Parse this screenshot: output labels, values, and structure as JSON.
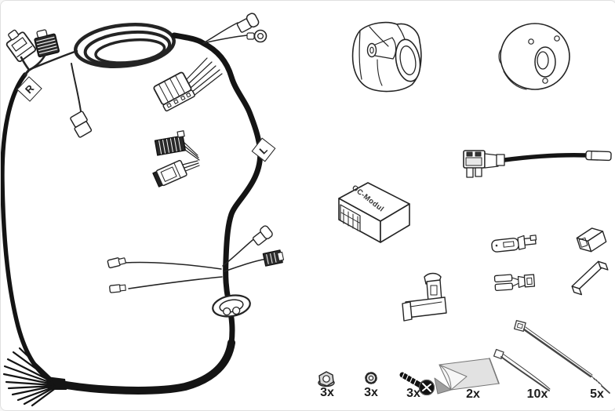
{
  "harness": {
    "right_tag": "R",
    "left_tag": "L"
  },
  "module": {
    "label": "OC-Modul"
  },
  "hardware": {
    "nut": {
      "qty": "3x"
    },
    "lock_washer": {
      "qty": "3x"
    },
    "screw": {
      "qty": "3x"
    },
    "adhesive_pad": {
      "qty": "2x"
    },
    "cable_tie_short": {
      "qty": "10x"
    },
    "cable_tie_long": {
      "qty": "5x"
    }
  },
  "colors": {
    "line": "#242424",
    "cable": "#141414",
    "label_text": "#1c1c1c",
    "pad_fill": "#e2e2e2",
    "background": "#ffffff"
  },
  "icons": [
    "wiring-harness-icon",
    "socket-housing-icon",
    "mounting-plate-icon",
    "fuse-tap-lead-icon",
    "oc-module-icon",
    "flat-terminal-icon",
    "connector-housing-icon",
    "twin-terminal-icon",
    "terminal-cover-icon",
    "mounting-clip-icon",
    "nut-icon",
    "lock-washer-icon",
    "screw-icon",
    "adhesive-pad-icon",
    "cable-tie-short-icon",
    "cable-tie-long-icon"
  ]
}
